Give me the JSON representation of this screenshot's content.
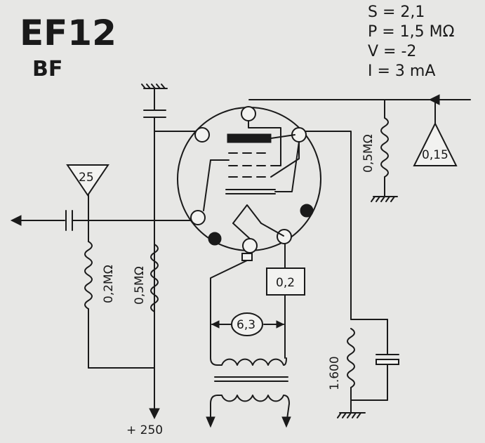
{
  "title": "EF12",
  "subtitle": "BF",
  "specs": [
    "S = 2,1",
    "P = 1,5 MΩ",
    "V = -2",
    "I = 3 mA"
  ],
  "labels": {
    "input_cap": "25",
    "out_cap": "0,15",
    "r_grid": "0,2MΩ",
    "r_screen": "0,5MΩ",
    "r_plate": "0,5MΩ",
    "r_cathode": "1.600",
    "heater_v": "6,3",
    "heater_a": "0,2",
    "supply": "+ 250"
  }
}
